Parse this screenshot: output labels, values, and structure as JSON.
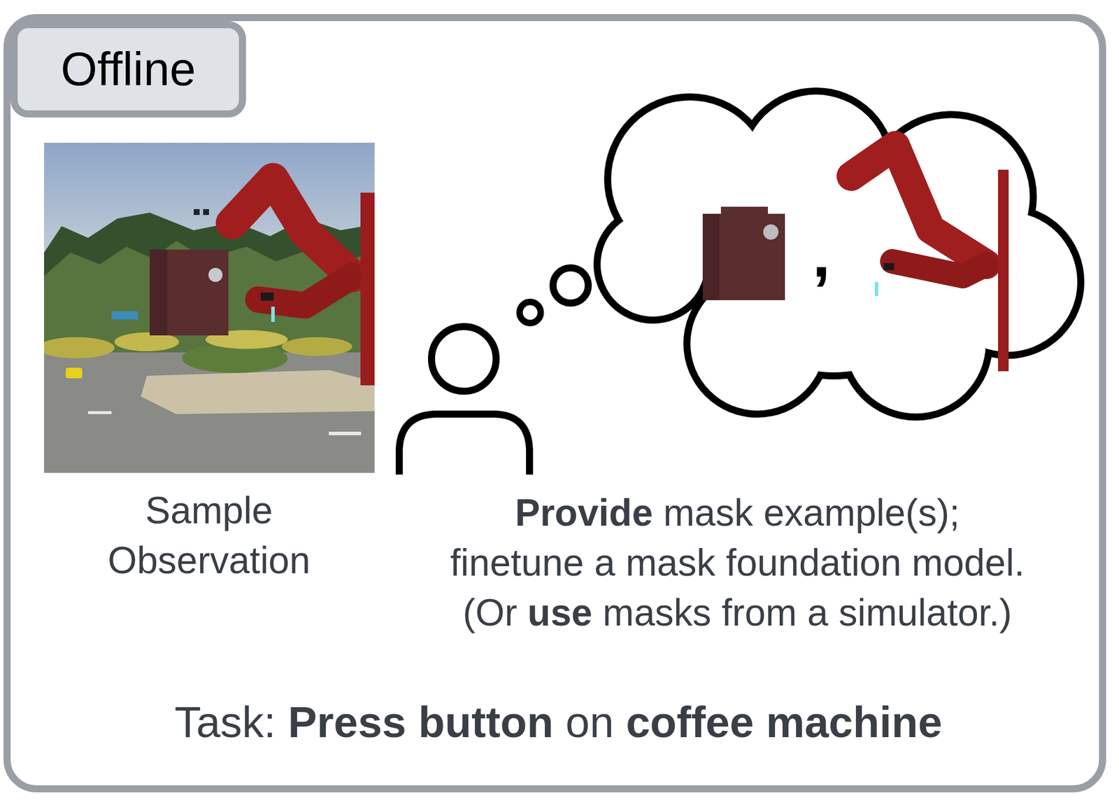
{
  "diagram": {
    "nodes": [
      {
        "text": [
          "Offline"
        ]
      }
    ],
    "labels": [
      "Sample Observation",
      ",",
      "Provide mask example(s); finetune a mask foundation model. (Or use masks from a simulator.)",
      "Task: Press button on coffee machine"
    ]
  }
}
